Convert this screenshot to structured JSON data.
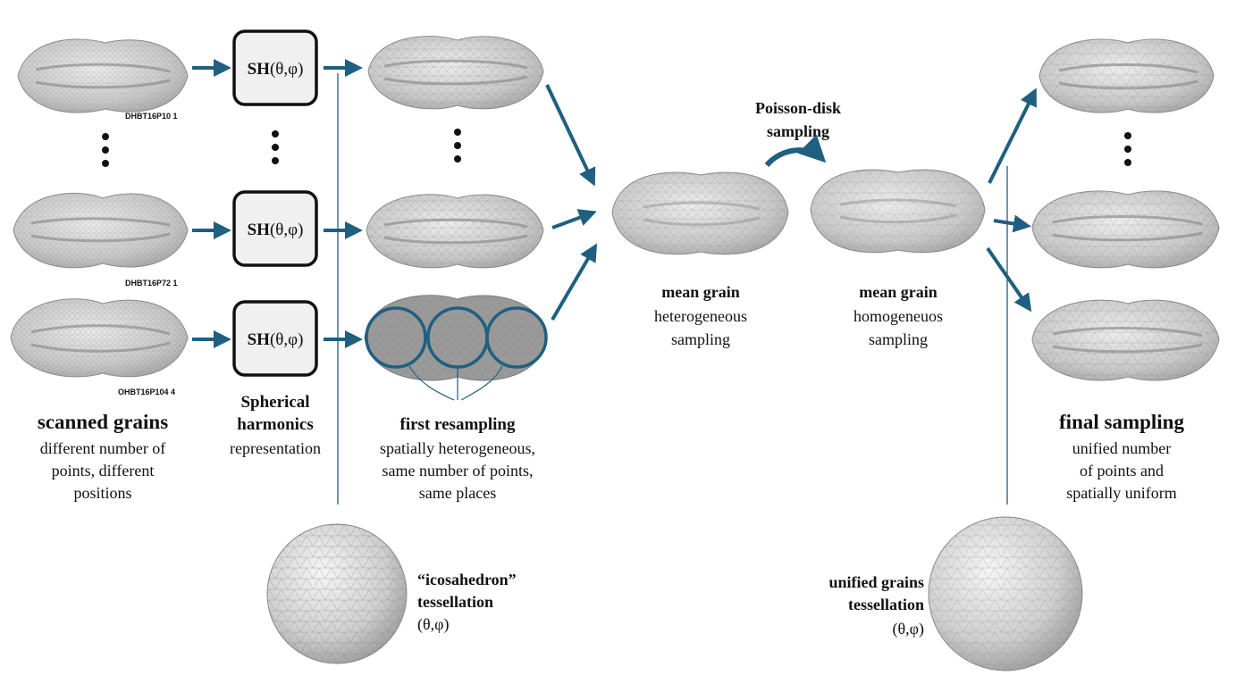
{
  "scanned": {
    "ids": [
      "DHBT16P10 1",
      "DHBT16P72 1",
      "OHBT16P104 4"
    ],
    "title": "scanned grains",
    "desc": [
      "different number of",
      "points, different",
      "positions"
    ]
  },
  "sh": {
    "label_prefix": "SH",
    "label_args": "(θ,φ)",
    "title": [
      "Spherical",
      "harmonics"
    ],
    "desc": "representation"
  },
  "first": {
    "title": "first resampling",
    "desc": [
      "spatially heterogeneous,",
      "same number of points,",
      "same places"
    ]
  },
  "icosa": {
    "title": [
      "“icosahedron”",
      "tessellation"
    ],
    "coords": "(θ,φ)"
  },
  "mean_het": {
    "title": "mean grain",
    "desc": [
      "heterogeneous",
      "sampling"
    ]
  },
  "poisson": {
    "label": [
      "Poisson-disk",
      "sampling"
    ]
  },
  "mean_hom": {
    "title": "mean grain",
    "desc": [
      "homogeneuos",
      "sampling"
    ]
  },
  "final": {
    "title": "final sampling",
    "desc": [
      "unified number",
      "of points and",
      "spatially uniform"
    ]
  },
  "unified": {
    "title": [
      "unified grains",
      "tessellation"
    ],
    "coords": "(θ,φ)"
  },
  "colors": {
    "arrow": "#1f5f80",
    "grain_fill": "#d2d2d2",
    "mesh": "#7a7a7a",
    "box_fill": "#f0f0f0",
    "text": "#111111"
  }
}
